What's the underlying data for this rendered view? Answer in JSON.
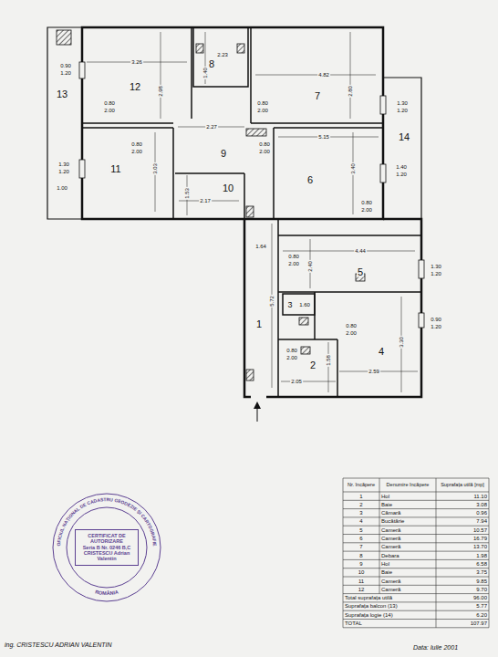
{
  "diagram": {
    "nodes": [
      {
        "text": [
          "CERTIFICAT DE AUTORIZARE",
          "Seria B Nr. 0246 B,C",
          "CRISTESCU Adrian Valentin"
        ]
      }
    ],
    "labels": [
      "13",
      "0.90",
      "1.20",
      "12",
      "3.26",
      "2.98",
      "0.80",
      "2.00",
      "8",
      "2.23",
      "1.40",
      "7",
      "4.82",
      "2.80",
      "0.80",
      "2.00",
      "14",
      "1.30",
      "1.20",
      "1.40",
      "1.20",
      "11",
      "1.30",
      "1.20",
      "1.00",
      "3.03",
      "0.80",
      "2.00",
      "9",
      "2.27",
      "0.80",
      "2.00",
      "10",
      "2.17",
      "1.53",
      "6",
      "5.15",
      "3.40",
      "0.80",
      "2.00",
      "5",
      "4.44",
      "2.40",
      "1.64",
      "1.30",
      "1.20",
      "0.80",
      "2.00",
      "1",
      "5.72",
      "3",
      "1.60",
      "0.80",
      "2.00",
      "4",
      "3.30",
      "2.59",
      "0.90",
      "1.20",
      "2",
      "2.05",
      "1.58",
      "0.80",
      "2.00",
      "Nr. încăpere",
      "Denumire încăpere",
      "Suprafața utilă [mp]",
      "1",
      "Hol",
      "11.10",
      "2",
      "Baie",
      "3.08",
      "3",
      "Cămară",
      "0.96",
      "4",
      "Bucătărie",
      "7.94",
      "5",
      "Cameră",
      "10.57",
      "6",
      "Cameră",
      "16.79",
      "7",
      "Cameră",
      "13.70",
      "8",
      "Debara",
      "1.98",
      "9",
      "Hol",
      "6.58",
      "10",
      "Baie",
      "3.75",
      "11",
      "Cameră",
      "9.85",
      "12",
      "Cameră",
      "9.70",
      "Total suprafața utilă",
      "96.00",
      "Suprafața balcon (13)",
      "5.77",
      "Suprafața logie (14)",
      "6.20",
      "TOTAL",
      "107.97",
      "OFICIUL NAȚIONAL DE CADASTRU GEODEZIE ȘI CARTOGRAFIE",
      "ROMÂNIA",
      "ing. CRISTESCU ADRIAN VALENTIN",
      "Data: Iulie 2001"
    ]
  }
}
